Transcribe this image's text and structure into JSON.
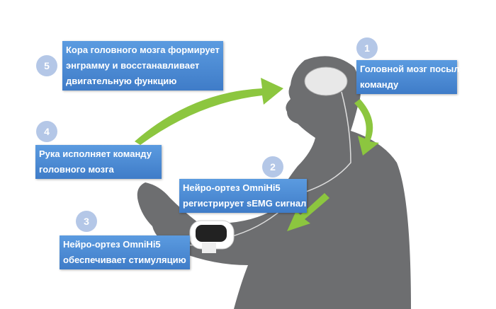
{
  "steps": [
    {
      "number": "1",
      "lines": [
        "Головной мозг посылает",
        "команду"
      ]
    },
    {
      "number": "2",
      "lines": [
        "Нейро-ортез OmniHi5",
        "регистрирует sEMG сигнал"
      ]
    },
    {
      "number": "3",
      "lines": [
        "Нейро-ортез OmniHi5",
        "обеспечивает стимуляцию"
      ]
    },
    {
      "number": "4",
      "lines": [
        "Рука исполняет команду",
        "головного мозга"
      ]
    },
    {
      "number": "5",
      "lines": [
        "Кора головного мозга формирует",
        "энграмму и восстанавливает",
        "двигательную функцию"
      ]
    }
  ],
  "colors": {
    "box": "#4a8ad6",
    "circle": "#b4c7e7",
    "silhouette": "#6d6e70",
    "arrow": "#8cc63f"
  }
}
